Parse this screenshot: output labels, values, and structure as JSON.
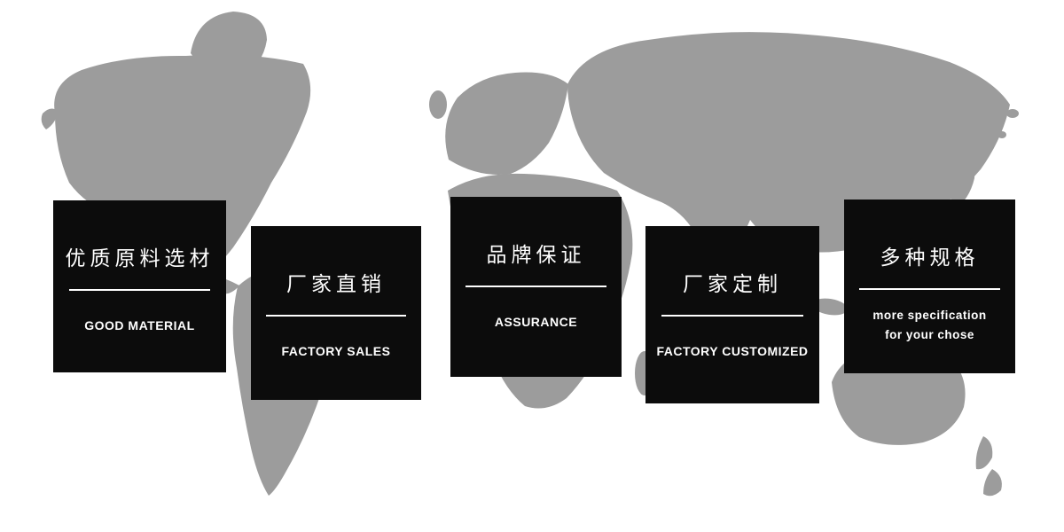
{
  "page": {
    "background_color": "#ffffff",
    "map_color": "#9c9c9c",
    "card_background": "#0c0c0c",
    "card_text_color": "#ffffff"
  },
  "cards": [
    {
      "title": "优质原料选材",
      "subtitle": "GOOD MATERIAL"
    },
    {
      "title": "厂家直销",
      "subtitle": "FACTORY SALES"
    },
    {
      "title": "品牌保证",
      "subtitle": "ASSURANCE"
    },
    {
      "title": "厂家定制",
      "subtitle": "FACTORY CUSTOMIZED"
    },
    {
      "title": "多种规格",
      "subtitle": "more specification\nfor your chose"
    }
  ]
}
